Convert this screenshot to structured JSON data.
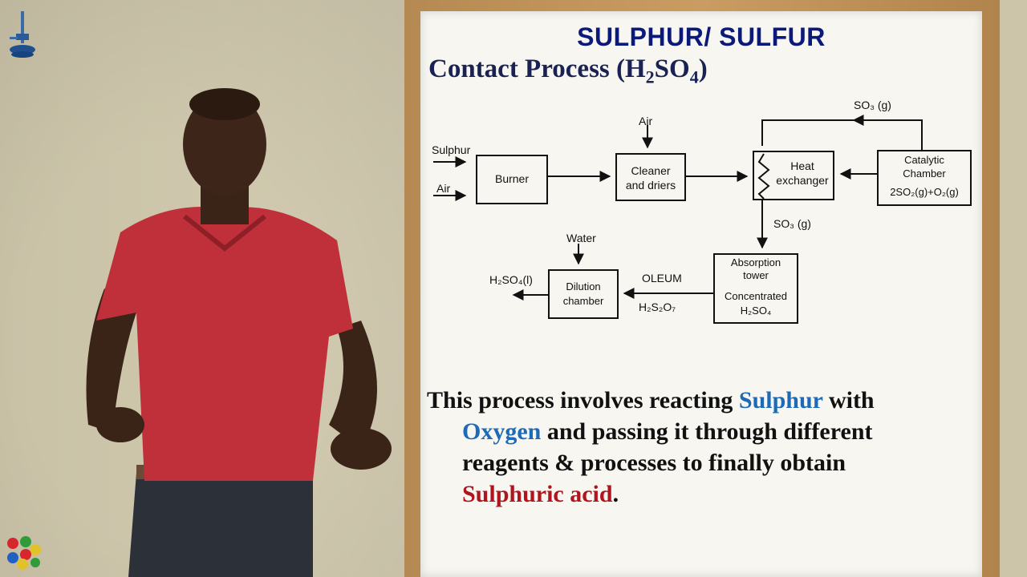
{
  "board": {
    "title": "SULPHUR/ SULFUR",
    "subtitle": {
      "prefix": "Contact Process (H",
      "sub1": "2",
      "mid": "SO",
      "sub2": "4",
      "suffix": ")"
    }
  },
  "diagram": {
    "inputs": {
      "sulphur": "Sulphur",
      "air": "Air",
      "air_top": "Air",
      "water": "Water"
    },
    "boxes": {
      "burner": "Burner",
      "cleaner_line1": "Cleaner",
      "cleaner_line2": "and driers",
      "heat_line1": "Heat",
      "heat_line2": "exchanger",
      "catalytic_line1": "Catalytic",
      "catalytic_line2": "Chamber",
      "catalytic_eq": "2SO₂(g)+O₂(g)",
      "absorption_line1": "Absorption",
      "absorption_line2": "tower",
      "absorption_line3": "Concentrated",
      "absorption_line4": "H₂SO₄",
      "dilution_line1": "Dilution",
      "dilution_line2": "chamber"
    },
    "labels": {
      "so3_top": "SO₃ (g)",
      "so3_mid": "SO₃ (g)",
      "oleum": "OLEUM",
      "h2s2o7": "H₂S₂O₇",
      "h2so4_out": "H₂SO₄(l)"
    }
  },
  "description": {
    "part1": "This process involves reacting ",
    "sulphur": "Sulphur",
    "part2": " with",
    "oxygen": "Oxygen",
    "part3": " and passing it through different",
    "part4": "reagents & processes to finally obtain",
    "acid": "Sulphuric acid",
    "part5": "."
  },
  "colors": {
    "title": "#0b1a7a",
    "highlight_blue": "#1c6ab8",
    "highlight_red": "#b0141c"
  }
}
